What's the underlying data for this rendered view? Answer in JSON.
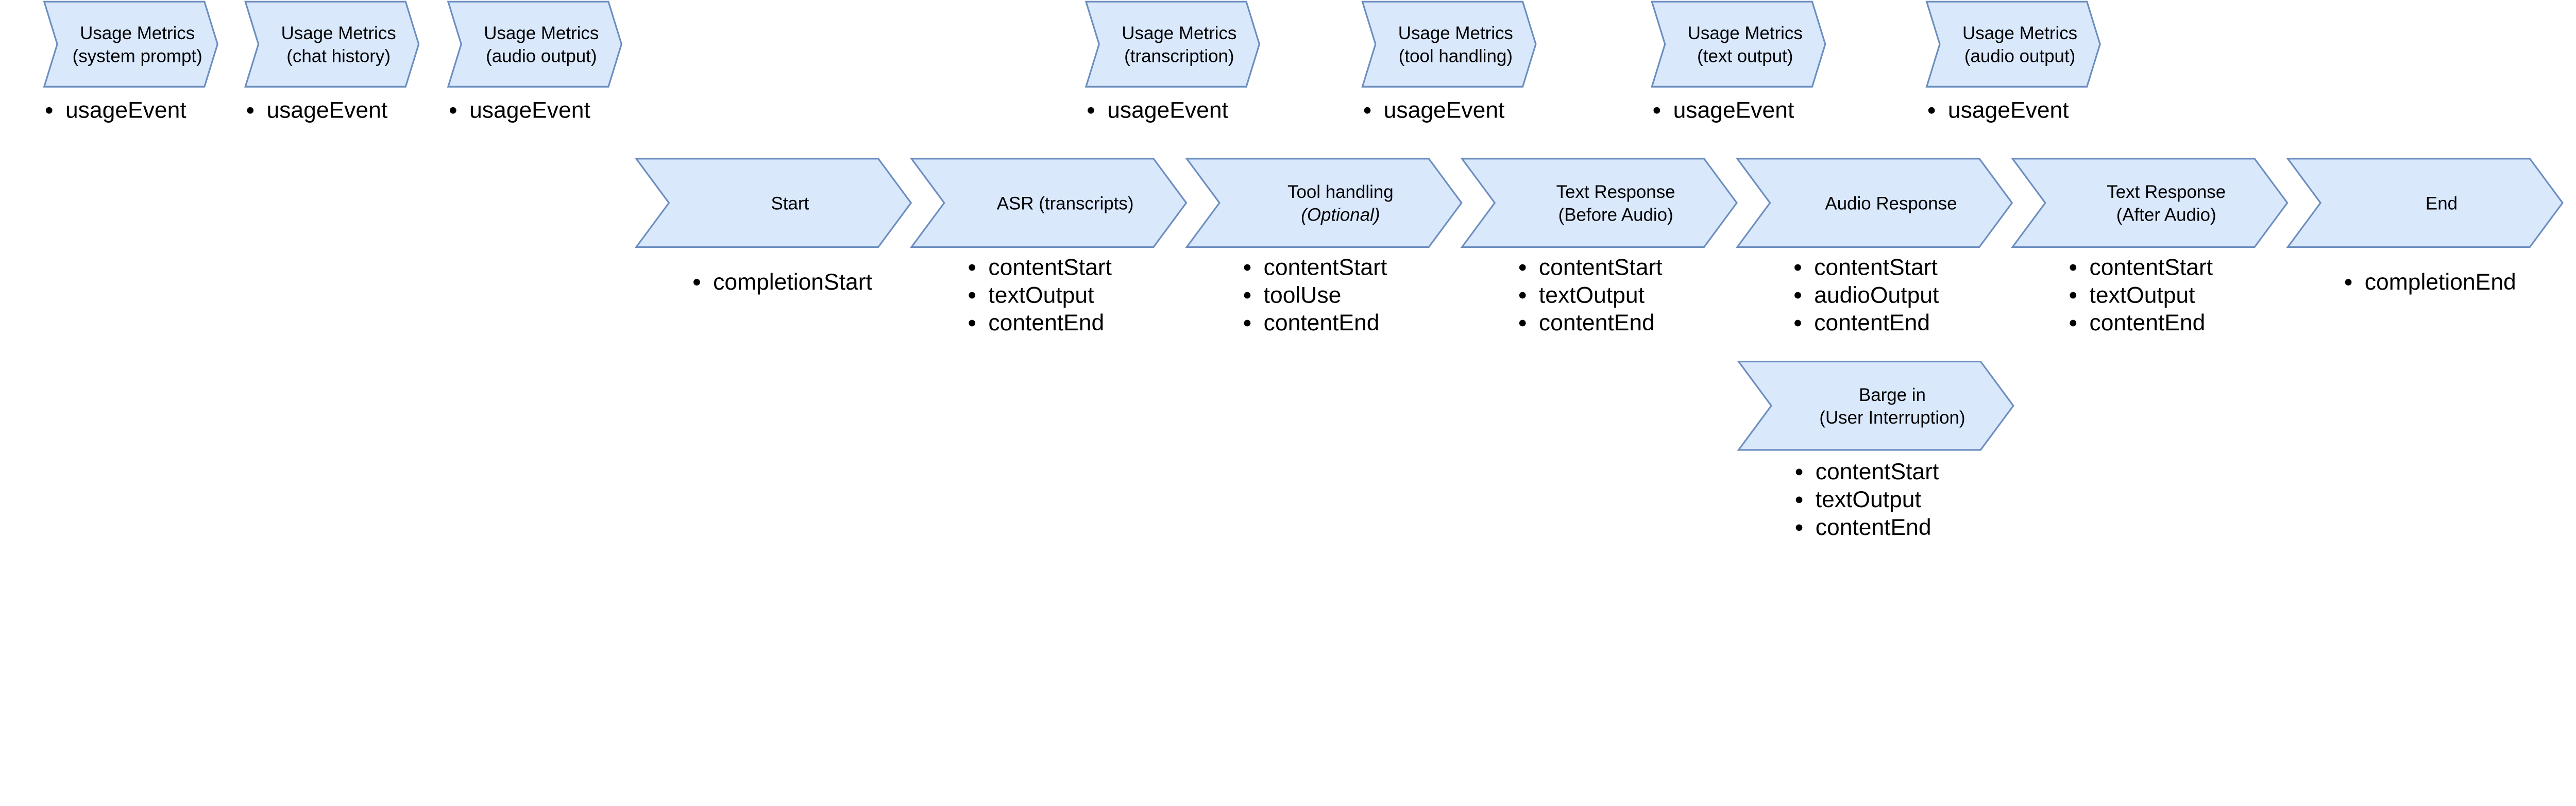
{
  "colors": {
    "fill": "#dae8fc",
    "stroke": "#6c8ebf",
    "text": "#000000"
  },
  "usage_metrics": [
    {
      "title": "Usage Metrics",
      "subtitle": "(system prompt)",
      "events": [
        "usageEvent"
      ]
    },
    {
      "title": "Usage Metrics",
      "subtitle": "(chat history)",
      "events": [
        "usageEvent"
      ]
    },
    {
      "title": "Usage Metrics",
      "subtitle": "(audio output)",
      "events": [
        "usageEvent"
      ]
    },
    {
      "title": "Usage Metrics",
      "subtitle": "(transcription)",
      "events": [
        "usageEvent"
      ]
    },
    {
      "title": "Usage Metrics",
      "subtitle": "(tool handling)",
      "events": [
        "usageEvent"
      ]
    },
    {
      "title": "Usage Metrics",
      "subtitle": "(text output)",
      "events": [
        "usageEvent"
      ]
    },
    {
      "title": "Usage Metrics",
      "subtitle": "(audio output)",
      "events": [
        "usageEvent"
      ]
    }
  ],
  "flow": [
    {
      "title": "Start",
      "subtitle": "",
      "events": [
        "completionStart"
      ]
    },
    {
      "title": "ASR (transcripts)",
      "subtitle": "",
      "events": [
        "contentStart",
        "textOutput",
        "contentEnd"
      ]
    },
    {
      "title": "Tool handling",
      "subtitle": "(Optional)",
      "subtitle_italic": true,
      "events": [
        "contentStart",
        "toolUse",
        "contentEnd"
      ]
    },
    {
      "title": "Text Response",
      "subtitle": "(Before Audio)",
      "events": [
        "contentStart",
        "textOutput",
        "contentEnd"
      ]
    },
    {
      "title": "Audio Response",
      "subtitle": "",
      "events": [
        "contentStart",
        "audioOutput",
        "contentEnd"
      ]
    },
    {
      "title": "Text Response",
      "subtitle": "(After Audio)",
      "events": [
        "contentStart",
        "textOutput",
        "contentEnd"
      ]
    },
    {
      "title": "End",
      "subtitle": "",
      "events": [
        "completionEnd"
      ]
    }
  ],
  "barge_in": {
    "title": "Barge in",
    "subtitle": "(User Interruption)",
    "events": [
      "contentStart",
      "textOutput",
      "contentEnd"
    ]
  }
}
